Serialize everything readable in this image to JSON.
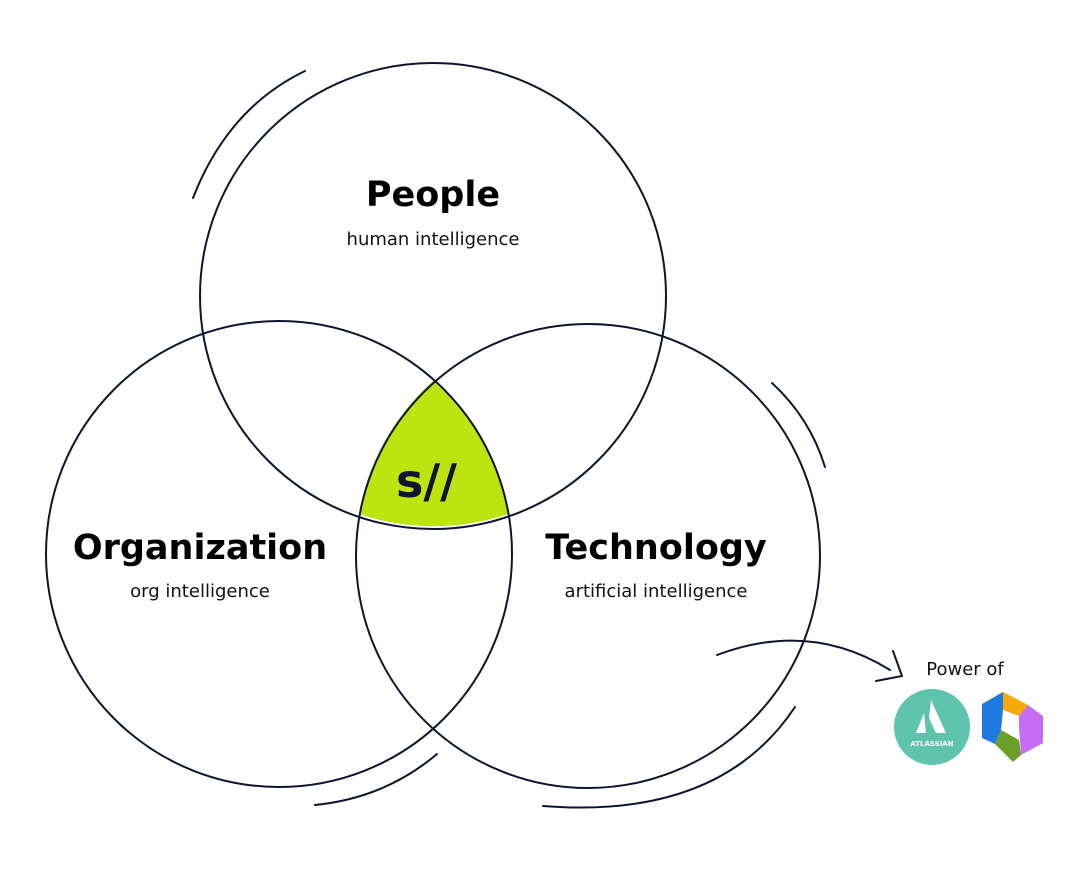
{
  "diagram": {
    "type": "venn",
    "colors": {
      "stroke": "#0f1431",
      "center_fill": "#bde310",
      "atlassian": "#5fc4ad",
      "loop_blue": "#1f7ae0",
      "loop_yellow": "#f6a90c",
      "loop_purple": "#c46df2",
      "loop_green": "#6a9f2a"
    },
    "circles": [
      {
        "id": "people",
        "title": "People",
        "subtitle": "human intelligence"
      },
      {
        "id": "organization",
        "title": "Organization",
        "subtitle": "org intelligence"
      },
      {
        "id": "technology",
        "title": "Technology",
        "subtitle": "artificial intelligence"
      }
    ],
    "center_logo": {
      "text": "s//"
    },
    "callout": {
      "label": "Power of",
      "logos": [
        {
          "name": "atlassian-logo",
          "text": "ATLASSIAN"
        },
        {
          "name": "loop-logo",
          "text": ""
        }
      ]
    }
  }
}
